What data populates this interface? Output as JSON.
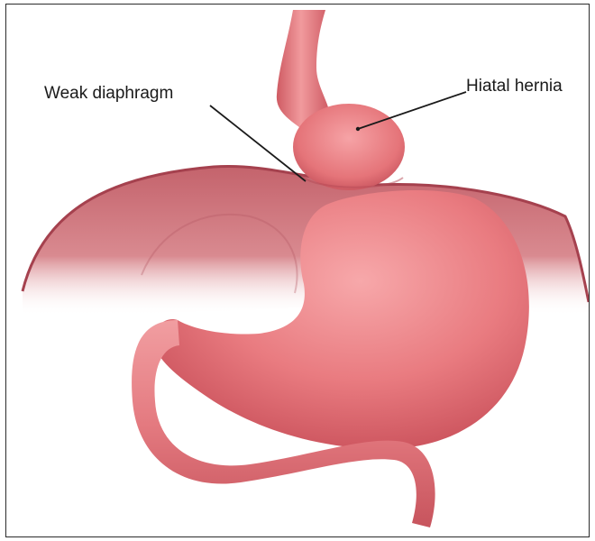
{
  "labels": {
    "weak_diaphragm": "Weak diaphragm",
    "hiatal_hernia": "Hiatal hernia"
  },
  "colors": {
    "tissue": "#e8747a",
    "tissue_light": "#f39a9d",
    "tissue_dark": "#b84a55",
    "diaphragm": "#c96670",
    "diaphragm_edge": "#a5414e",
    "leader_line": "#1a1a1a"
  },
  "icons": [
    "stomach-illustration",
    "esophagus-illustration",
    "diaphragm-illustration"
  ]
}
